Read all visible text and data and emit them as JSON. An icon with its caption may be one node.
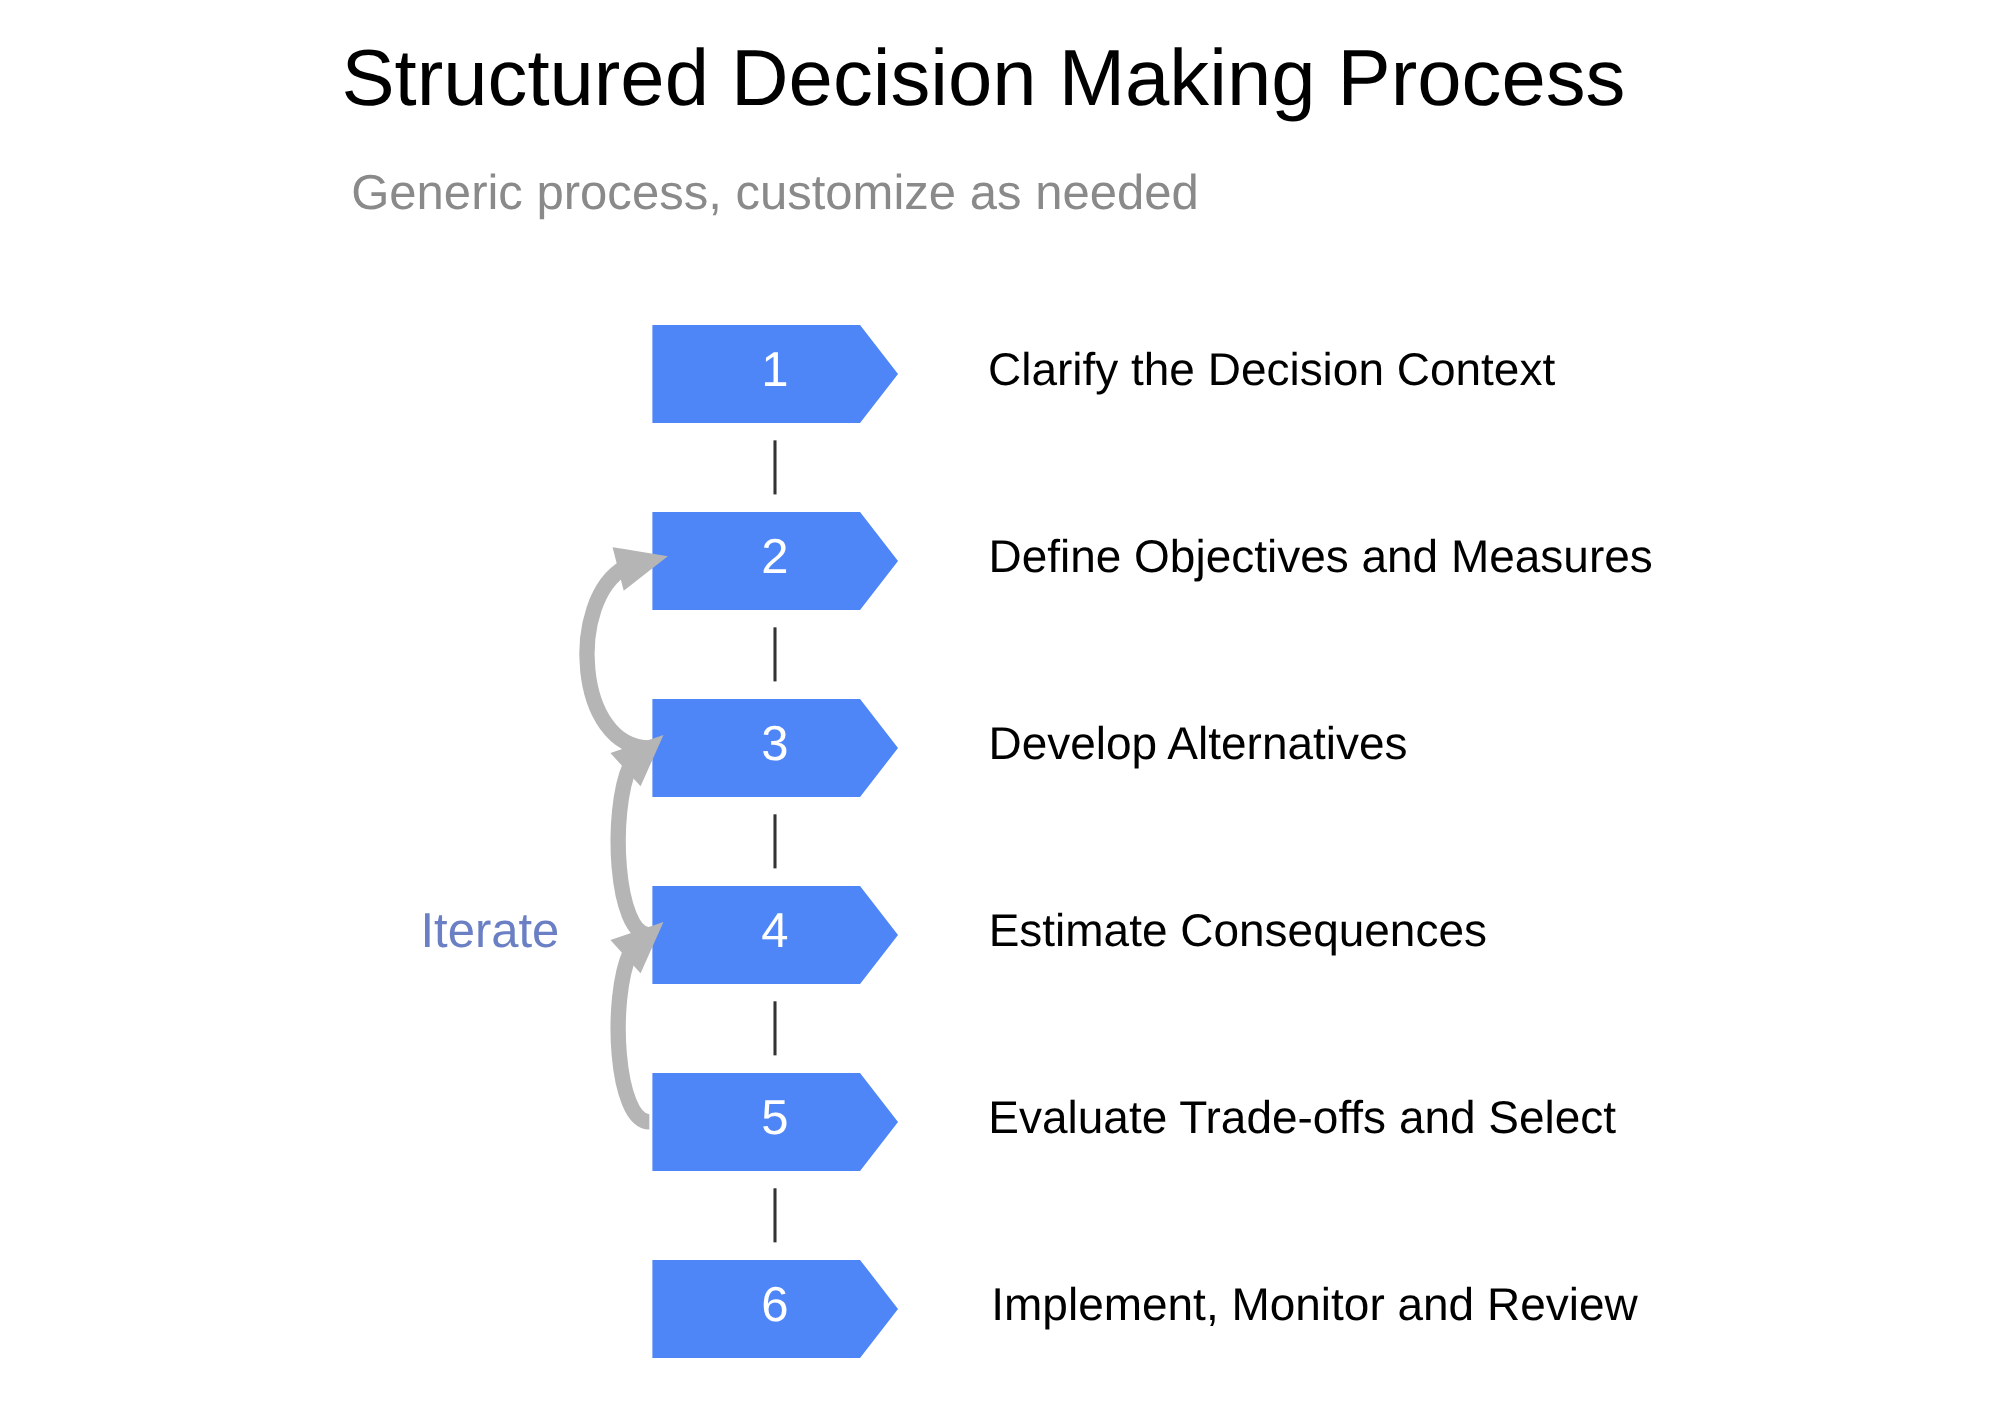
{
  "diagram": {
    "title": "Structured Decision Making Process",
    "nodes": [
      {
        "text": [
          "1"
        ],
        "beside": [
          "Clarify the Decision Context"
        ]
      },
      {
        "text": [
          "2"
        ],
        "beside": [
          "Define Objectives and Measures"
        ]
      },
      {
        "text": [
          "3"
        ],
        "beside": [
          "Develop Alternatives"
        ]
      },
      {
        "text": [
          "4"
        ],
        "beside": [
          "Estimate Consequences"
        ]
      },
      {
        "text": [
          "5"
        ],
        "beside": [
          "Evaluate Trade-offs and Select"
        ]
      },
      {
        "text": [
          "6"
        ],
        "beside": [
          "Implement, Monitor and Review"
        ]
      }
    ],
    "edges": [
      {
        "from": 0,
        "to": 1,
        "arrow": "none"
      },
      {
        "from": 1,
        "to": 2,
        "arrow": "none"
      },
      {
        "from": 2,
        "to": 3,
        "arrow": "none"
      },
      {
        "from": 3,
        "to": 4,
        "arrow": "none"
      },
      {
        "from": 4,
        "to": 5,
        "arrow": "none"
      },
      {
        "from": 2,
        "to": 1,
        "arrow": "to",
        "style": "thick",
        "color": "#b5b5b5"
      },
      {
        "from": 3,
        "to": 2,
        "arrow": "to",
        "style": "thick",
        "color": "#b5b5b5"
      },
      {
        "from": 4,
        "to": 3,
        "arrow": "to",
        "style": "thick",
        "color": "#b5b5b5"
      }
    ],
    "labels": [
      "Generic process, customize as needed",
      "Iterate"
    ]
  }
}
